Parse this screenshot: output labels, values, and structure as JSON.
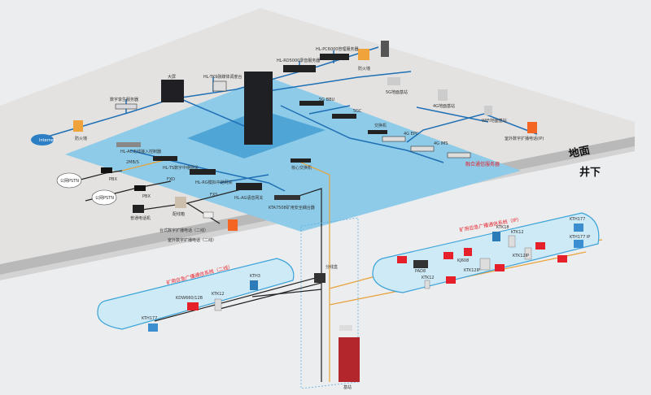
{
  "title": "矿用应急广播通信系统 网络拓扑",
  "zones": {
    "surface": "地面",
    "underground": "井下"
  },
  "colors": {
    "background": "#ecedef",
    "surface_floor": "#e3e2e0",
    "surface_edge": "#b9b9b9",
    "blue_zone": "#8ecbe8",
    "blue_zone_dark": "#4fa6d6",
    "network_line": "#1f6fb5",
    "fiber_line": "#e8a33a",
    "phone_line": "#222222",
    "accent_red": "#e6202a",
    "tunnel_fill": "#cfeaf7",
    "tunnel_stroke": "#3ba3d8"
  },
  "surface_devices": {
    "internet": "Internet",
    "firewall_left": "防火墙",
    "digital_twin_server": "数字孪生服务器",
    "big_screen": "大屏",
    "dispatch_console": "HL-TK9融媒体调度台",
    "recording_server": "HL-RD5000录音服务器",
    "management_server": "HL-PC6000管理服务器",
    "firewall_right": "防火墙",
    "base_station_5g": "5G地面基站",
    "bbu_5g": "5G BBU",
    "sgc_5g": "5GC",
    "switch": "交换机",
    "epc_4g": "4G EPC",
    "ims_4g": "4G IMS",
    "base_station_4g": "4G地面基站",
    "wifi_base_station": "WIFI地面基站",
    "outdoor_ip_phone": "室外数字扩播电话(IP)",
    "converged_server": "融合通信服务器",
    "ac_controller": "HL-AC无线接入控制器",
    "trunk_label": "2MB/S",
    "ts_gateway": "HL-TS数字中继网关",
    "fxo_label": "FXO",
    "rg_gateway": "HL-RG模拟中继网关",
    "fxs_label": "FXS",
    "ag_gateway": "HL-AG语音网关",
    "pstn_1": "公网PSTN",
    "pstn_2": "公网PSTN",
    "pbx_1": "PBX",
    "pbx_2": "PBX",
    "ordinary_phone": "普通电话机",
    "distribution_frame": "配线箱",
    "desktop_phone": "台式数字扩播电话（二线）",
    "outdoor_phone_2wire": "室外数字扩播电话（二线）",
    "core_switch": "核心交换机",
    "kta_unit": "KTA7508矿用安全耦合器"
  },
  "underground": {
    "shaft_device": "分线盒",
    "base_station": "基站",
    "tunnel_left": {
      "title": "矿用应急广播通信系统（二线）",
      "devices": [
        "KTH177",
        "KDW660/12B",
        "KTK12",
        "KTH3"
      ]
    },
    "tunnel_right": {
      "title": "矿用应急广播通信系统（IP）",
      "devices": [
        "KTK18",
        "KTK12",
        "KTH177",
        "KTH177 IP",
        "KJ608",
        "PAD8",
        "KTK12IP",
        "KTK12IP",
        "KTK12"
      ]
    }
  }
}
